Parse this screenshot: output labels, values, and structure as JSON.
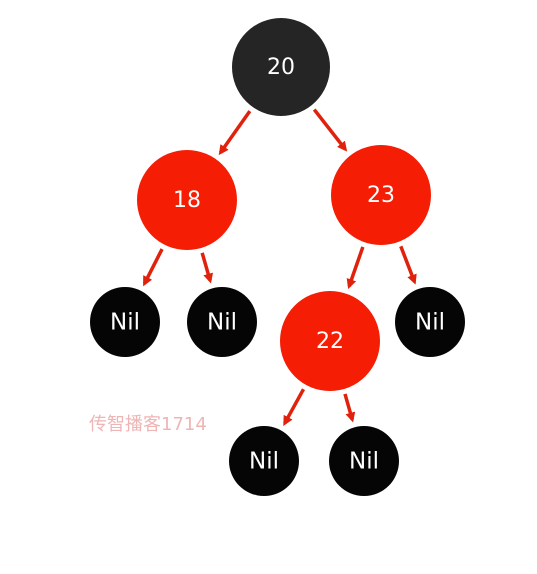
{
  "colors": {
    "black_node": "#252525",
    "red_node": "#f51d04",
    "nil_node": "#050505",
    "edge": "#e0210c",
    "label": "#ffffff"
  },
  "nodes": {
    "n20": {
      "label": "20",
      "color": "black"
    },
    "n18": {
      "label": "18",
      "color": "red"
    },
    "n23": {
      "label": "23",
      "color": "red"
    },
    "n22": {
      "label": "22",
      "color": "red"
    },
    "nil_18_left": {
      "label": "Nil",
      "color": "black"
    },
    "nil_18_right": {
      "label": "Nil",
      "color": "black"
    },
    "nil_23_right": {
      "label": "Nil",
      "color": "black"
    },
    "nil_22_left": {
      "label": "Nil",
      "color": "black"
    },
    "nil_22_right": {
      "label": "Nil",
      "color": "black"
    }
  },
  "edges": [
    {
      "from": "n20",
      "to": "n18"
    },
    {
      "from": "n20",
      "to": "n23"
    },
    {
      "from": "n18",
      "to": "nil_18_left"
    },
    {
      "from": "n18",
      "to": "nil_18_right"
    },
    {
      "from": "n23",
      "to": "n22"
    },
    {
      "from": "n23",
      "to": "nil_23_right"
    },
    {
      "from": "n22",
      "to": "nil_22_left"
    },
    {
      "from": "n22",
      "to": "nil_22_right"
    }
  ],
  "watermark": "传智播客1714"
}
